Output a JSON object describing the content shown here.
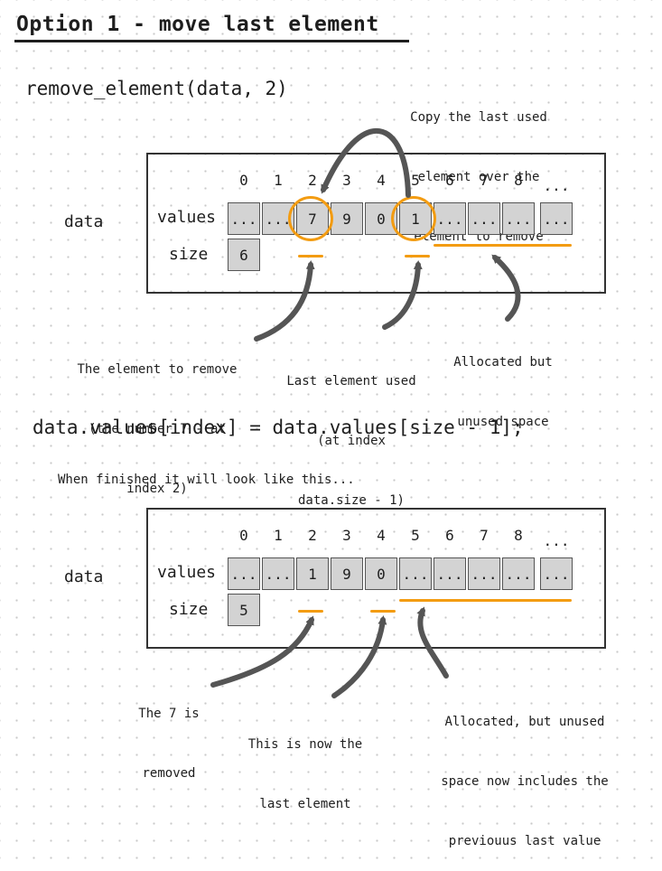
{
  "heading": "Option 1 - move last element",
  "call": "remove_element(data, 2)",
  "copy_note": [
    "Copy the last used",
    "element over the",
    "element to remove"
  ],
  "assignment": "data.values[index] = data.values[size - 1];",
  "finished_note": "When finished it will look like this...",
  "indices": [
    "0",
    "1",
    "2",
    "3",
    "4",
    "5",
    "6",
    "7",
    "8",
    "..."
  ],
  "before": {
    "var_label": "data",
    "values_label": "values",
    "size_label": "size",
    "cells": [
      "...",
      "...",
      "7",
      "9",
      "0",
      "1",
      "...",
      "...",
      "...",
      "..."
    ],
    "size_value": "6",
    "note_remove": [
      "The element to remove",
      "(the number 7 - at",
      "index 2)"
    ],
    "note_last": [
      "Last element used",
      "(at index",
      "data.size - 1)"
    ],
    "note_alloc": [
      "Allocated but",
      "unused space"
    ]
  },
  "after": {
    "var_label": "data",
    "values_label": "values",
    "size_label": "size",
    "cells": [
      "...",
      "...",
      "1",
      "9",
      "0",
      "...",
      "...",
      "...",
      "...",
      "..."
    ],
    "size_value": "5",
    "note_removed": [
      "The 7 is",
      "removed"
    ],
    "note_now_last": [
      "This is now the",
      "last element"
    ],
    "note_alloc": [
      "Allocated, but unused",
      "space now includes the",
      "previouus last value"
    ]
  },
  "colors": {
    "accent": "#f39c12",
    "arrow": "#555555",
    "cell": "#d3d3d3"
  }
}
